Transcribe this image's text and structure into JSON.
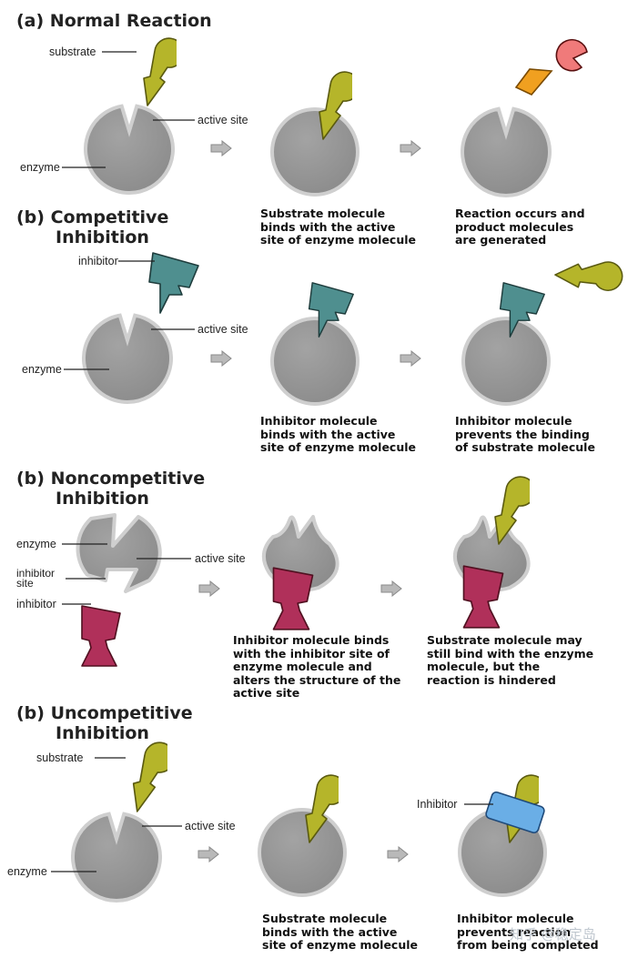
{
  "panels": {
    "a": {
      "title": "(a) Normal Reaction",
      "labels": {
        "substrate": "substrate",
        "active_site": "active site",
        "enzyme": "enzyme"
      },
      "captions": [
        "Substrate molecule\nbinds with the active\nsite of enzyme molecule",
        "Reaction occurs and\nproduct molecules\nare generated"
      ]
    },
    "b": {
      "title_line1": "(b) Competitive",
      "title_line2": "Inhibition",
      "labels": {
        "inhibitor": "inhibitor",
        "active_site": "active site",
        "enzyme": "enzyme"
      },
      "captions": [
        "Inhibitor molecule\nbinds with the active\nsite of enzyme molecule",
        "Inhibitor molecule\nprevents the binding\nof substrate molecule"
      ]
    },
    "c": {
      "title_line1": "(b) Noncompetitive",
      "title_line2": "Inhibition",
      "labels": {
        "enzyme": "enzyme",
        "inhibitor_site": "inhibitor\nsite",
        "inhibitor": "inhibitor",
        "active_site": "active site"
      },
      "captions": [
        "Inhibitor molecule binds\nwith the inhibitor site of\nenzyme molecule and\nalters the structure of the\nactive site",
        "Substrate molecule may\nstill bind with the enzyme\nmolecule, but the\nreaction is hindered"
      ]
    },
    "d": {
      "title_line1": "(b) Uncompetitive",
      "title_line2": "Inhibition",
      "labels": {
        "substrate": "substrate",
        "active_site": "active site",
        "enzyme": "enzyme",
        "inhibitor": "Inhibitor"
      },
      "captions": [
        "Substrate molecule\nbinds with the active\nsite of enzyme molecule",
        "Inhibitor molecule\nprevents reaction\nfrom being completed"
      ]
    }
  },
  "watermark": "知乎 @稳定岛",
  "colors": {
    "enzyme": "#9a9a9a",
    "substrate": "#b5b52a",
    "inhibitor_teal": "#4f8f8f",
    "inhibitor_magenta": "#b0305a",
    "inhibitor_blue": "#6aaee6",
    "product_orange": "#f0a020",
    "product_pink": "#f07a7a",
    "arrow": "#b9b9b9"
  }
}
